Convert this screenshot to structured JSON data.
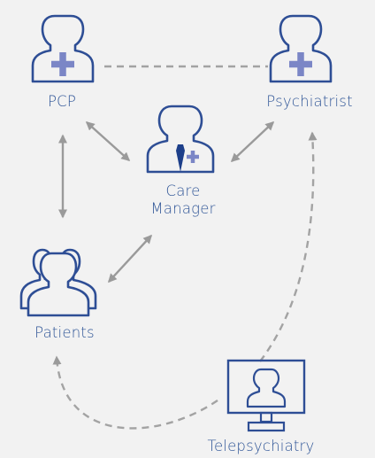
{
  "nodes": {
    "pcp": {
      "label": "PCP"
    },
    "psychiatrist": {
      "label": "Psychiatrist"
    },
    "care_manager": {
      "label_line1": "Care",
      "label_line2": "Manager"
    },
    "patients": {
      "label": "Patients"
    },
    "telepsychiatry": {
      "label": "Telepsychiatry"
    }
  },
  "colors": {
    "background": "#f2f2f2",
    "icon_stroke": "#2e4e95",
    "accent": "#7b86c6",
    "tie": "#1d3f8a",
    "arrows": "#9a9a9a",
    "label_text": "#2f5597"
  },
  "edges": [
    {
      "from": "PCP",
      "to": "Psychiatrist",
      "style": "dashed",
      "arrows": "none"
    },
    {
      "from": "PCP",
      "to": "Care Manager",
      "style": "solid",
      "arrows": "both"
    },
    {
      "from": "Psychiatrist",
      "to": "Care Manager",
      "style": "solid",
      "arrows": "both"
    },
    {
      "from": "PCP",
      "to": "Patients",
      "style": "solid",
      "arrows": "both"
    },
    {
      "from": "Care Manager",
      "to": "Patients",
      "style": "solid",
      "arrows": "both"
    },
    {
      "from": "Telepsychiatry",
      "to": "Psychiatrist",
      "style": "dashed",
      "arrows": "end"
    },
    {
      "from": "Telepsychiatry",
      "to": "Patients",
      "style": "dashed",
      "arrows": "end"
    }
  ]
}
